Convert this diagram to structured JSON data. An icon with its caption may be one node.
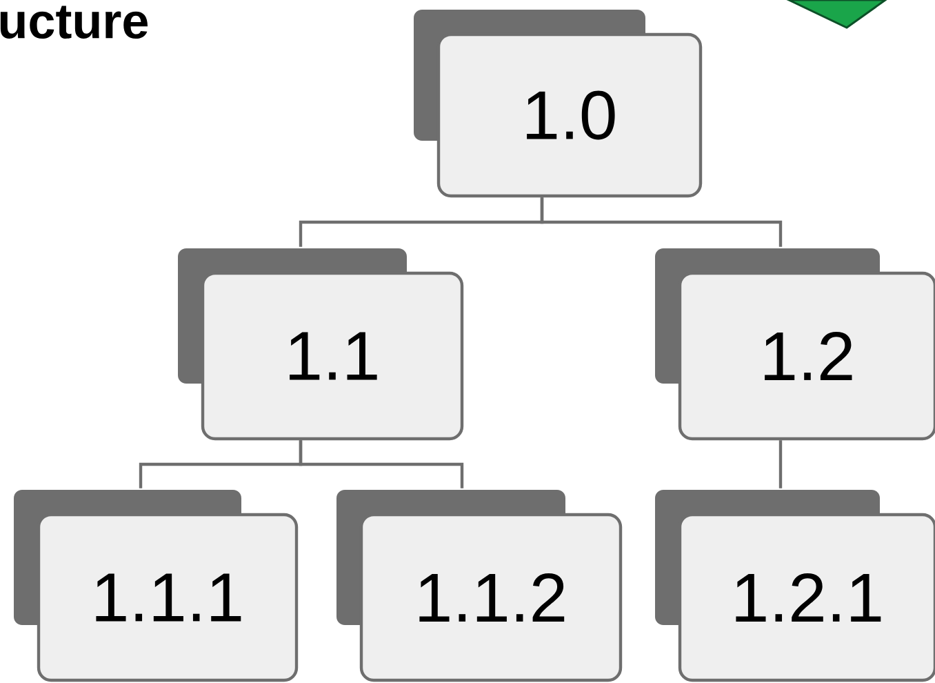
{
  "diagram": {
    "title": "ucture",
    "nodes": [
      {
        "text": [
          "1.0"
        ]
      },
      {
        "text": [
          "1.1"
        ]
      },
      {
        "text": [
          "1.2"
        ]
      },
      {
        "text": [
          "1.1.1"
        ]
      },
      {
        "text": [
          "1.1.2"
        ]
      },
      {
        "text": [
          "1.2.1"
        ]
      }
    ],
    "edges": [
      {
        "from": 0,
        "to": 1,
        "arrow": "none"
      },
      {
        "from": 0,
        "to": 2,
        "arrow": "none"
      },
      {
        "from": 1,
        "to": 3,
        "arrow": "none"
      },
      {
        "from": 1,
        "to": 4,
        "arrow": "none"
      },
      {
        "from": 2,
        "to": 5,
        "arrow": "none"
      }
    ]
  }
}
